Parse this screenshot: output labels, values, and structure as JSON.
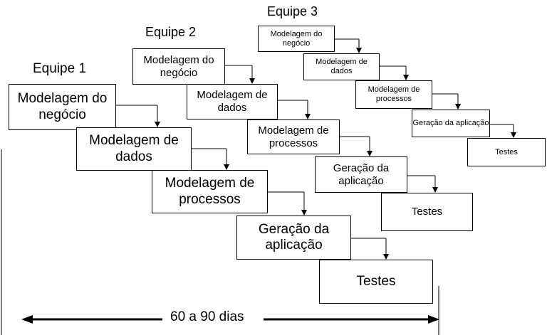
{
  "teams": [
    {
      "label": "Equipe 1",
      "steps": [
        "Modelagem do negócio",
        "Modelagem de dados",
        "Modelagem de processos",
        "Geração da aplicação",
        "Testes"
      ]
    },
    {
      "label": "Equipe 2",
      "steps": [
        "Modelagem do negócio",
        "Modelagem de dados",
        "Modelagem de processos",
        "Geração da aplicação",
        "Testes"
      ]
    },
    {
      "label": "Equipe 3",
      "steps": [
        "Modelagem do negócio",
        "Modelagem de dados",
        "Modelagem de processos",
        "Geração da aplicação",
        "Testes"
      ]
    }
  ],
  "duration": "60 a 90 dias",
  "line_color": "#000000"
}
